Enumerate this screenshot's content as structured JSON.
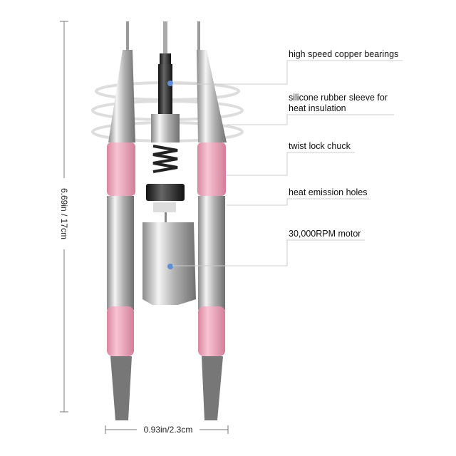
{
  "labels": [
    "high speed copper bearings",
    "silicone rubber sleeve for",
    "heat insulation",
    "twist lock chuck",
    "heat emission holes",
    "30,000RPM motor"
  ],
  "dimensions": {
    "height": "6.69in / 17cm",
    "width": "0.93in/2.3cm"
  },
  "colors": {
    "pink": "#f2a9c0",
    "silver": "#c8c8c8",
    "callout_dot": "#5b8fd6"
  }
}
